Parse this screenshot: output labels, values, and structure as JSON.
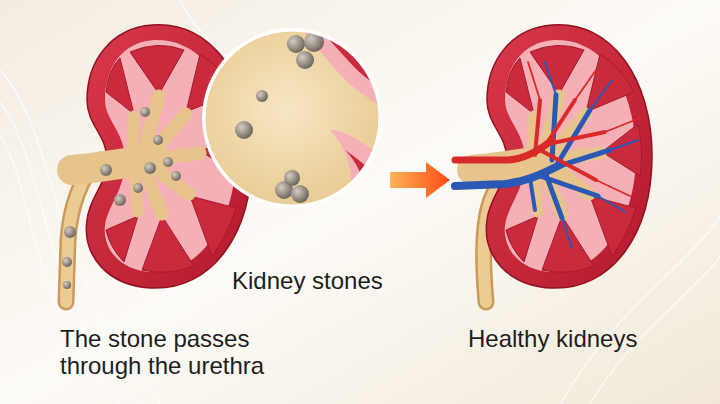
{
  "diagram": {
    "labels": [
      "Kidney stones",
      "The stone passes through the urethra",
      "Healthy kidneys"
    ]
  }
}
